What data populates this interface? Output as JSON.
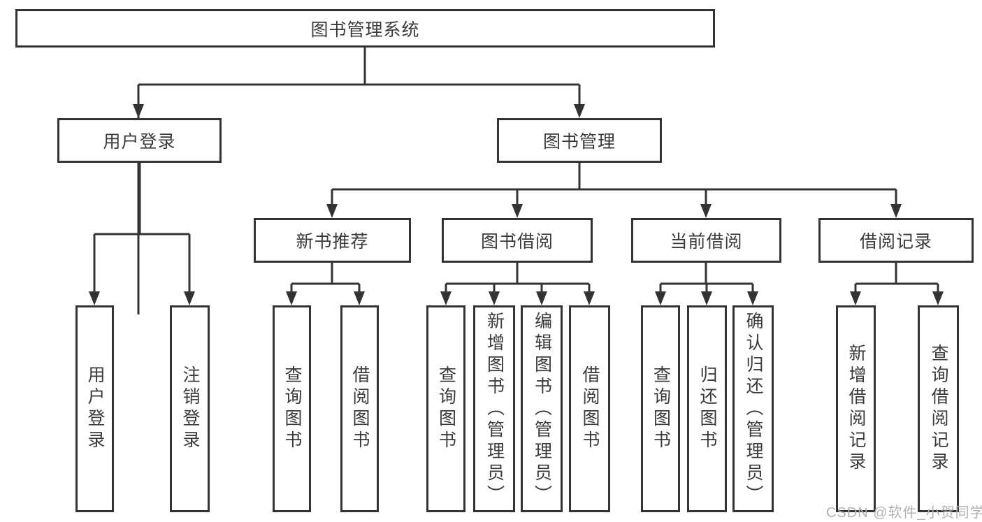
{
  "diagram": {
    "root": {
      "label": "图书管理系统"
    },
    "user_login": {
      "label": "用户登录",
      "children": [
        {
          "label": "用户登录"
        },
        {
          "label": "注销登录"
        }
      ]
    },
    "book_management": {
      "label": "图书管理",
      "sections": {
        "new_book_recommend": {
          "label": "新书推荐",
          "children": [
            {
              "label": "查询图书"
            },
            {
              "label": "借阅图书"
            }
          ]
        },
        "book_borrow": {
          "label": "图书借阅",
          "children": [
            {
              "label": "查询图书"
            },
            {
              "label": "新增图书（管理员）"
            },
            {
              "label": "编辑图书（管理员）"
            },
            {
              "label": "借阅图书"
            }
          ]
        },
        "current_borrow": {
          "label": "当前借阅",
          "children": [
            {
              "label": "查询图书"
            },
            {
              "label": "归还图书"
            },
            {
              "label": "确认归还（管理员）"
            }
          ]
        },
        "borrow_records": {
          "label": "借阅记录",
          "children": [
            {
              "label": "新增借阅记录"
            },
            {
              "label": "查询借阅记录"
            }
          ]
        }
      }
    }
  },
  "watermark": "CSDN @软件_小贺同学",
  "colors": {
    "line": "#333333",
    "text": "#3a3a3a",
    "watermark": "#b2b2b2",
    "background": "#ffffff"
  }
}
